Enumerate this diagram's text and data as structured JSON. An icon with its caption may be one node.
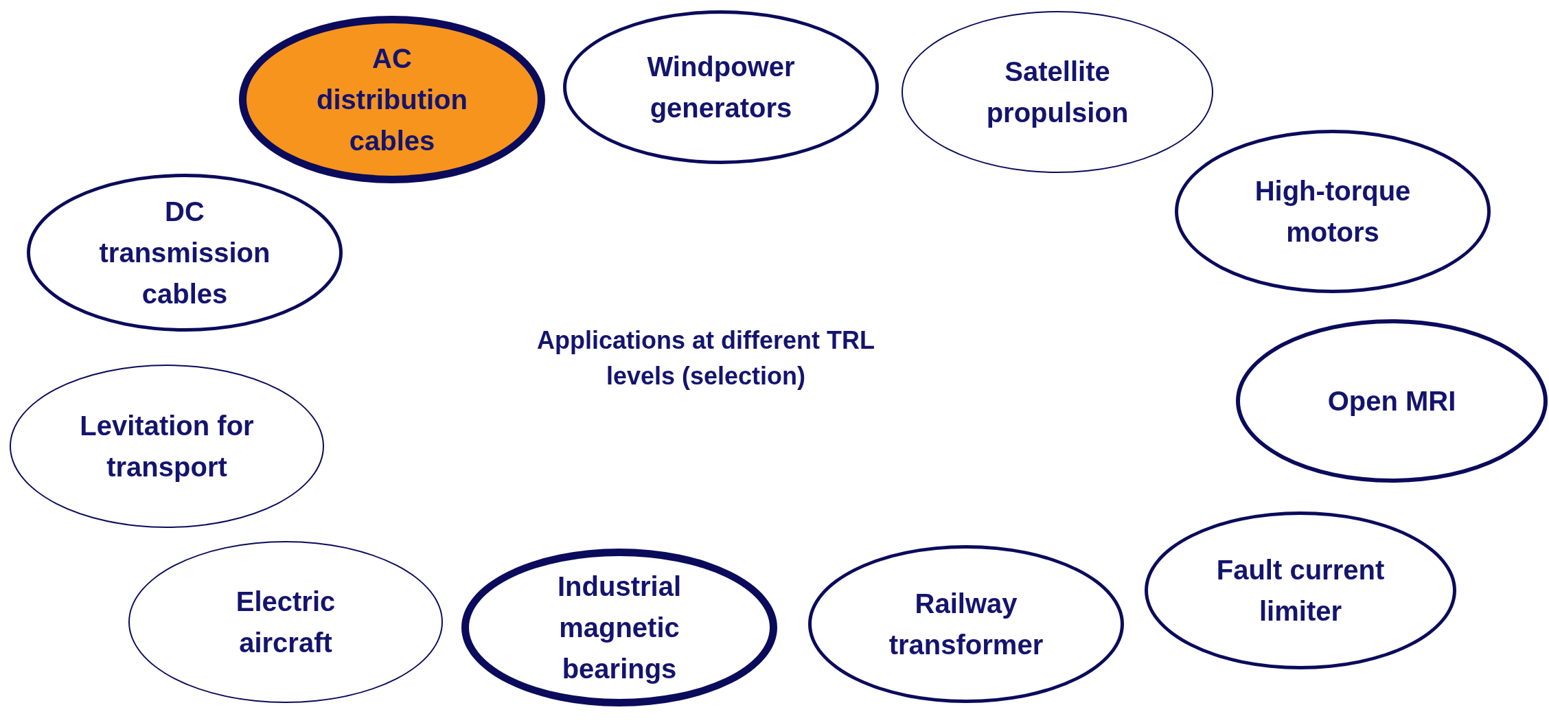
{
  "diagram": {
    "title": "Applications at different TRL levels (selection)",
    "nodes": [
      {
        "text": [
          "AC distribution cables"
        ]
      },
      {
        "text": [
          "Windpower generators"
        ]
      },
      {
        "text": [
          "Satellite propulsion"
        ]
      },
      {
        "text": [
          "High-torque motors"
        ]
      },
      {
        "text": [
          "DC transmission cables"
        ]
      },
      {
        "text": [
          "Open MRI"
        ]
      },
      {
        "text": [
          "Levitation for transport"
        ]
      },
      {
        "text": [
          "Fault current limiter"
        ]
      },
      {
        "text": [
          "Electric aircraft"
        ]
      },
      {
        "text": [
          "Industrial magnetic bearings"
        ]
      },
      {
        "text": [
          "Railway transformer"
        ]
      }
    ]
  }
}
